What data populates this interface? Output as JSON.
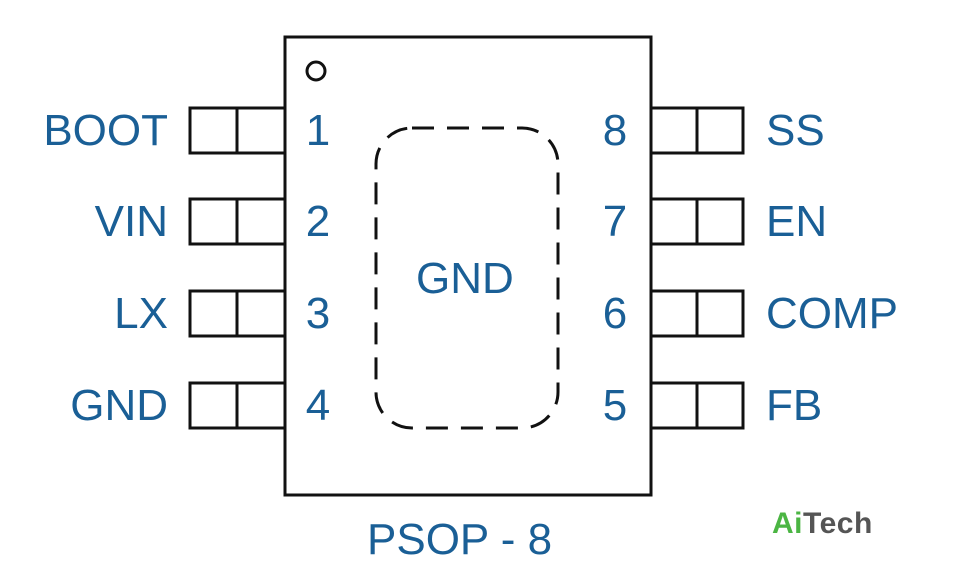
{
  "package": {
    "name": "PSOP - 8",
    "exposed_pad_label": "GND"
  },
  "pins_left": [
    {
      "num": "1",
      "name": "BOOT"
    },
    {
      "num": "2",
      "name": "VIN"
    },
    {
      "num": "3",
      "name": "LX"
    },
    {
      "num": "4",
      "name": "GND"
    }
  ],
  "pins_right": [
    {
      "num": "8",
      "name": "SS"
    },
    {
      "num": "7",
      "name": "EN"
    },
    {
      "num": "6",
      "name": "COMP"
    },
    {
      "num": "5",
      "name": "FB"
    }
  ],
  "watermark": {
    "accent": "Ai",
    "rest": "Tech"
  },
  "colors": {
    "text": "#1a5f96",
    "outline": "#111111",
    "watermark_accent": "#4bb543"
  }
}
